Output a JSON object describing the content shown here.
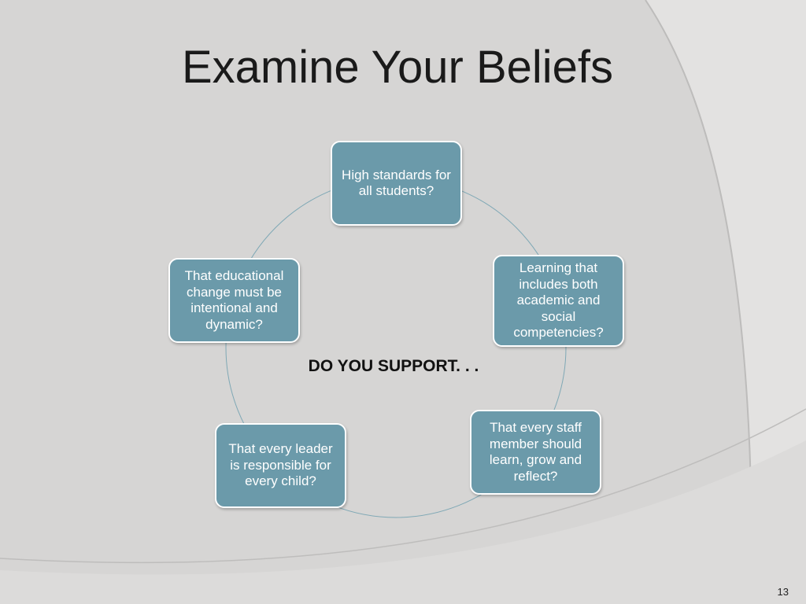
{
  "slide": {
    "title": "Examine Your Beliefs",
    "center_label": "DO YOU SUPPORT. . .",
    "page_number": "13"
  },
  "cycle": {
    "nodes": [
      {
        "label": "High standards for all students?"
      },
      {
        "label": "Learning that includes both academic and social competencies?"
      },
      {
        "label": "That every staff member should learn, grow and reflect?"
      },
      {
        "label": "That every leader is responsible for every child?"
      },
      {
        "label": "That educational change must be intentional and dynamic?"
      }
    ]
  },
  "colors": {
    "background": "#d6d5d4",
    "node_fill": "#6b9aaa",
    "node_border": "#ffffff",
    "connector": "#7fa8b5"
  }
}
